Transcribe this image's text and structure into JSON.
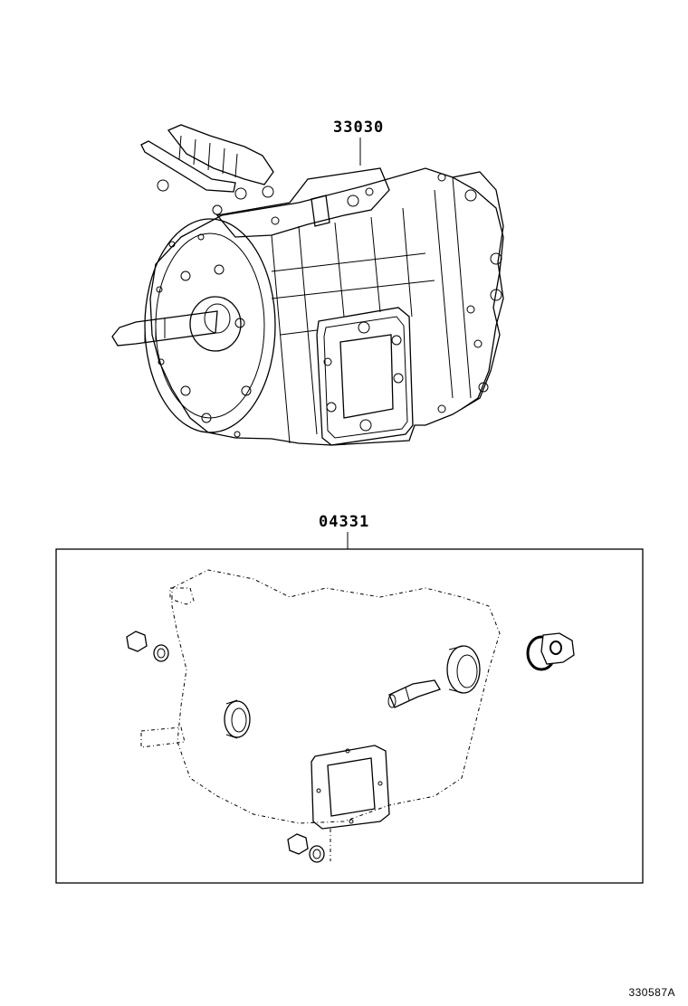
{
  "labels": {
    "transmission_assy": "33030",
    "gasket_kit": "04331",
    "diagram_ref": "330587A"
  }
}
